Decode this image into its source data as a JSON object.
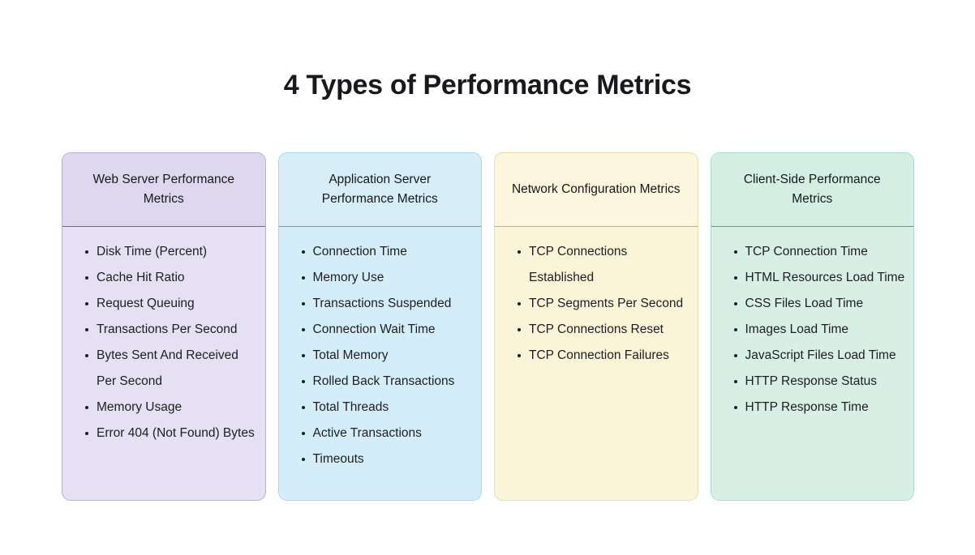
{
  "page": {
    "title": "4 Types of Performance Metrics",
    "background_color": "#ffffff",
    "title_color": "#17191c"
  },
  "columns": [
    {
      "id": "web-server",
      "header": "Web Server Performance Metrics",
      "colors": {
        "header_bg": "#ded8ef",
        "body_bg": "#e5e0f3",
        "border": "#b9add6",
        "divider": "#6f62ab"
      },
      "items": [
        "Disk Time (Percent)",
        "Cache Hit Ratio",
        "Request Queuing",
        "Transactions Per Second",
        "Bytes Sent And Received Per Second",
        "Memory Usage",
        "Error 404 (Not Found) Bytes"
      ]
    },
    {
      "id": "application-server",
      "header": "Application Server Performance Metrics",
      "colors": {
        "header_bg": "#d7edf7",
        "body_bg": "#d4eef9",
        "border": "#a8d9e8",
        "divider": "#46acc0"
      },
      "items": [
        "Connection Time",
        "Memory Use",
        "Transactions Suspended",
        "Connection Wait Time",
        "Total Memory",
        "Rolled Back Transactions",
        "Total Threads",
        "Active Transactions",
        "Timeouts"
      ]
    },
    {
      "id": "network-configuration",
      "header": "Network Configuration Metrics",
      "colors": {
        "header_bg": "#fbf6dd",
        "body_bg": "#faf4d9",
        "border": "#e8dfae",
        "divider": "#c3b74d"
      },
      "items": [
        "TCP Connections Established",
        "TCP Segments Per Second",
        "TCP Connections Reset",
        "TCP Connection Failures"
      ]
    },
    {
      "id": "client-side",
      "header": "Client-Side Performance Metrics",
      "colors": {
        "header_bg": "#d5eee3",
        "body_bg": "#d8efe6",
        "border": "#a8dcc6",
        "divider": "#3fa983"
      },
      "items": [
        "TCP Connection Time",
        "HTML Resources Load Time",
        "CSS Files Load Time",
        "Images Load Time",
        "JavaScript Files Load Time",
        "HTTP Response Status",
        "HTTP Response Time"
      ]
    }
  ]
}
